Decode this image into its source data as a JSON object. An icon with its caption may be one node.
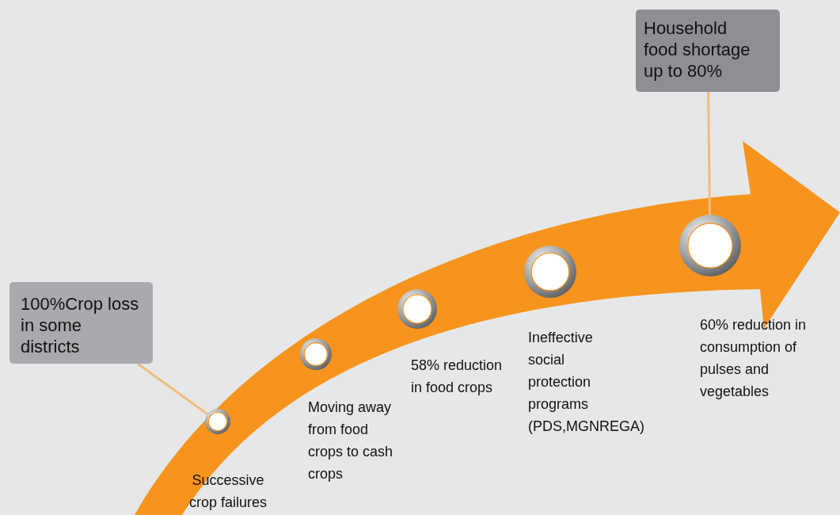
{
  "diagram": {
    "nodes": [
      {
        "text": [
          "100%Crop loss in some districts"
        ]
      },
      {
        "text": [],
        "shape": "circle",
        "beside": [
          "Successive crop failures"
        ]
      },
      {
        "text": [],
        "shape": "circle",
        "beside": [
          "Moving away from food crops to cash crops"
        ]
      },
      {
        "text": [],
        "shape": "circle",
        "beside": [
          "58% reduction in food crops"
        ]
      },
      {
        "text": [],
        "shape": "circle",
        "beside": [
          "Ineffective social protection programs (PDS,MGNREGA)"
        ]
      },
      {
        "text": [],
        "shape": "circle",
        "beside": [
          "60% reduction in consumption of pulses and vegetables"
        ]
      },
      {
        "text": [
          "Household food shortage up to 80%"
        ]
      }
    ],
    "edges": [
      {
        "from": 0,
        "to": 1,
        "arrow": "none"
      },
      {
        "from": 6,
        "to": 5,
        "arrow": "none"
      }
    ]
  }
}
